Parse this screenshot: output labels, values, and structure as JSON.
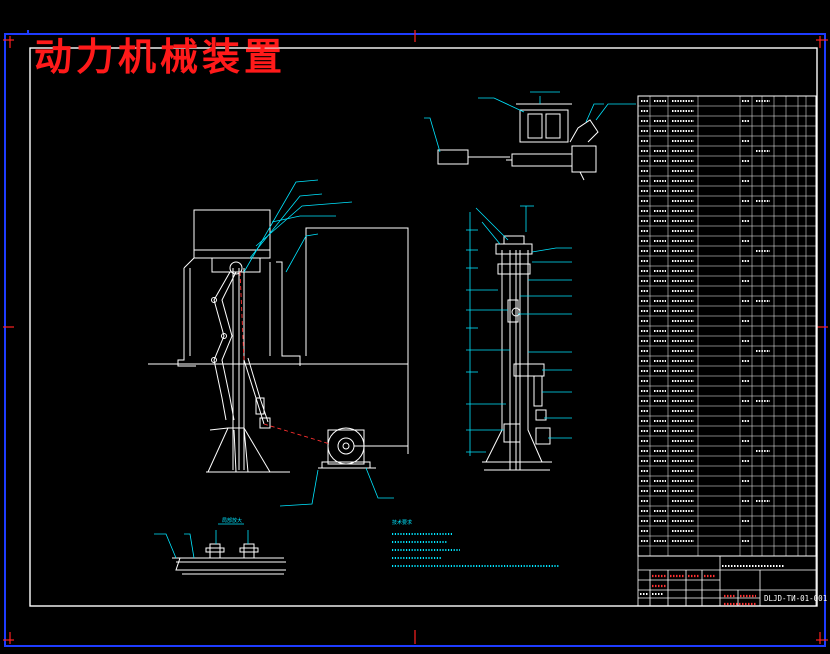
{
  "title": "动力机械装置",
  "drawing_number": "DLJD-ТИ-01-001",
  "detail_label": "局部放大",
  "tech_req_title": "技术要求",
  "colors": {
    "background": "#000000",
    "border": "#1e3cff",
    "title": "#ff1a1a",
    "lines": "#ffffff",
    "dims": "#00e5ff"
  }
}
